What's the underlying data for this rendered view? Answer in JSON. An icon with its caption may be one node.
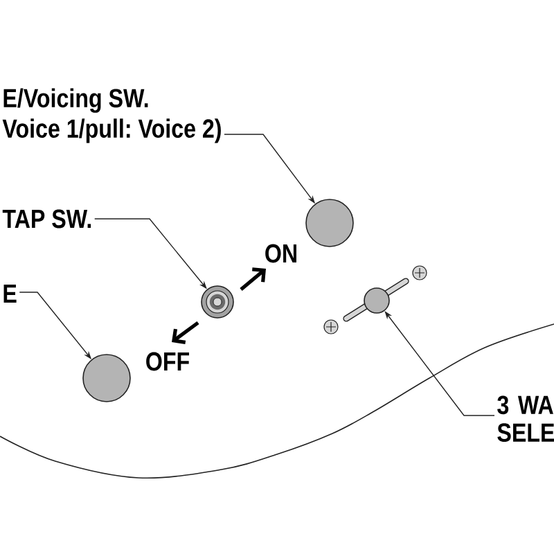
{
  "diagram": {
    "nodes": [
      {
        "text": [
          "E/Voicing SW.",
          "Voice 1/pull: Voice 2)"
        ]
      },
      {
        "text": [],
        "shape": "circle"
      },
      {
        "text": [
          "TAP SW."
        ]
      },
      {
        "text": [],
        "shape": "circle"
      },
      {
        "text": [
          "E"
        ]
      },
      {
        "text": [],
        "shape": "circle"
      },
      {
        "text": [
          "3 WA SELE"
        ]
      },
      {
        "text": [],
        "shape": "circle"
      }
    ],
    "edges": [
      {
        "from": 0,
        "to": 1,
        "arrow": "to"
      },
      {
        "from": 2,
        "to": 3,
        "arrow": "to"
      },
      {
        "from": 4,
        "to": 5,
        "arrow": "to"
      },
      {
        "from": 6,
        "to": 7,
        "arrow": "to"
      }
    ],
    "labels": [
      "ON",
      "OFF"
    ]
  }
}
